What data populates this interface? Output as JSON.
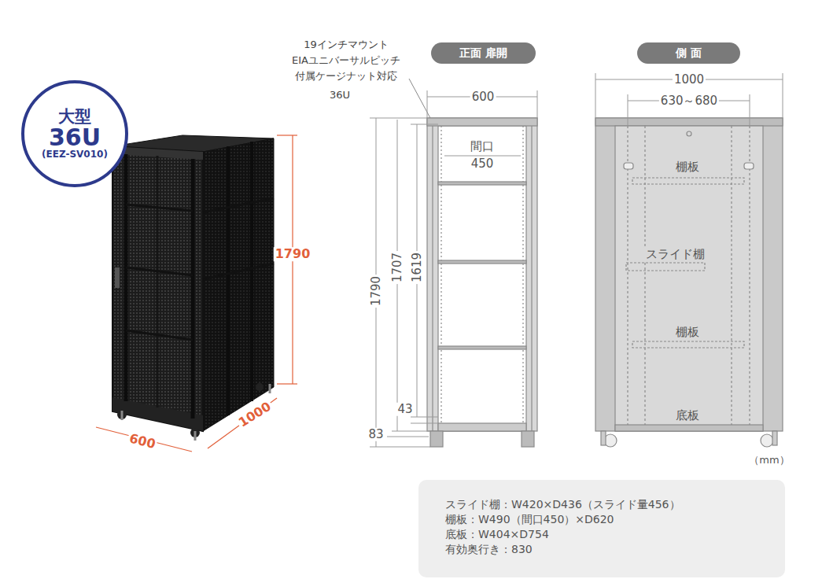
{
  "diagram": {
    "nodes": [
      {
        "text": [
          "大型",
          "36U",
          "(EEZ-SV010)"
        ]
      },
      {
        "text": [
          "正面 扉開"
        ]
      },
      {
        "text": [
          "側 面"
        ]
      },
      {
        "text": [
          "スライド棚：W420×D436（スライド量456）",
          "棚板：W490（間口450）×D620",
          "底板：W404×D754",
          "有効奥行き：830"
        ]
      }
    ],
    "edges": [],
    "labels": [
      "19インチマウント",
      "EIAユニバーサルピッチ",
      "付属ケージナット対応",
      "36U",
      "1790",
      "1000",
      "600",
      "600",
      "間口",
      "450",
      "1790",
      "1707",
      "1619",
      "43",
      "83",
      "1000",
      "630～680",
      "棚板",
      "スライド棚",
      "棚板",
      "底板",
      "（mm）"
    ]
  }
}
